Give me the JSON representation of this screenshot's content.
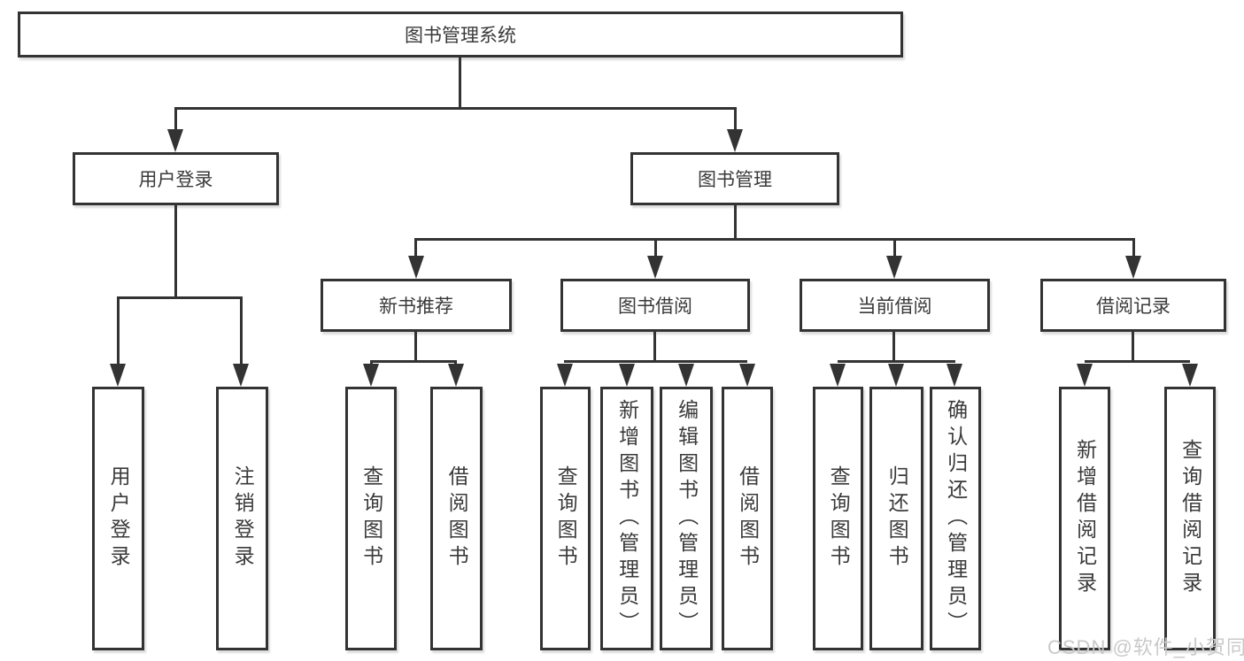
{
  "colors": {
    "line": "#333333",
    "text": "#3a3a3a",
    "box_background": "#ffffff",
    "watermark": "#c9c9c9"
  },
  "diagram_type": "hierarchy-tree",
  "tree": {
    "root": {
      "label": "图书管理系统"
    },
    "branches": [
      {
        "label": "用户登录",
        "children": [
          {
            "label": "用户登录"
          },
          {
            "label": "注销登录"
          }
        ]
      },
      {
        "label": "图书管理",
        "sections": [
          {
            "label": "新书推荐",
            "children": [
              {
                "label": "查询图书"
              },
              {
                "label": "借阅图书"
              }
            ]
          },
          {
            "label": "图书借阅",
            "children": [
              {
                "label": "查询图书"
              },
              {
                "label": "新增图书（管理员）"
              },
              {
                "label": "编辑图书（管理员）"
              },
              {
                "label": "借阅图书"
              }
            ]
          },
          {
            "label": "当前借阅",
            "children": [
              {
                "label": "查询图书"
              },
              {
                "label": "归还图书"
              },
              {
                "label": "确认归还（管理员）"
              }
            ]
          },
          {
            "label": "借阅记录",
            "children": [
              {
                "label": "新增借阅记录"
              },
              {
                "label": "查询借阅记录"
              }
            ]
          }
        ]
      }
    ]
  },
  "watermark": {
    "text": "CSDN @软件_小贺同学"
  }
}
